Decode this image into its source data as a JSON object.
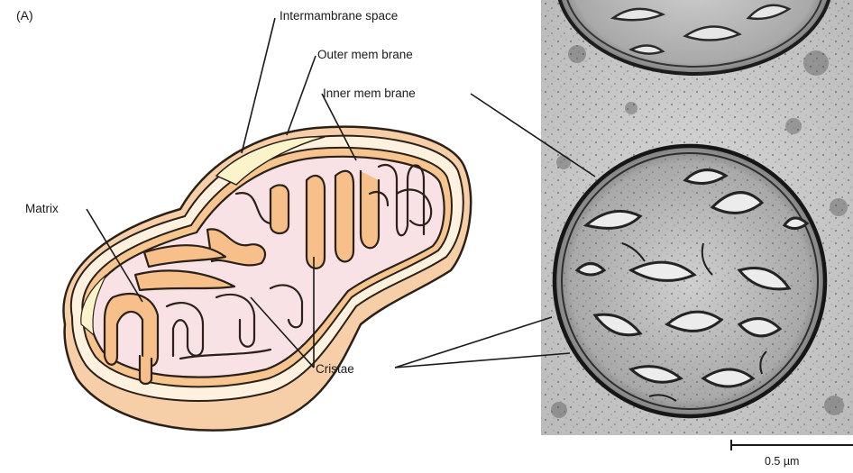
{
  "figure": {
    "panel_label": "(A)",
    "labels": {
      "intermembrane_space": "Intermambrane space",
      "outer_membrane": "Outer mem brane",
      "inner_membrane": "Inner mem brane",
      "matrix": "Matrix",
      "cristae": "Cristae"
    },
    "scale_bar": {
      "label": "0.5 µm"
    }
  }
}
